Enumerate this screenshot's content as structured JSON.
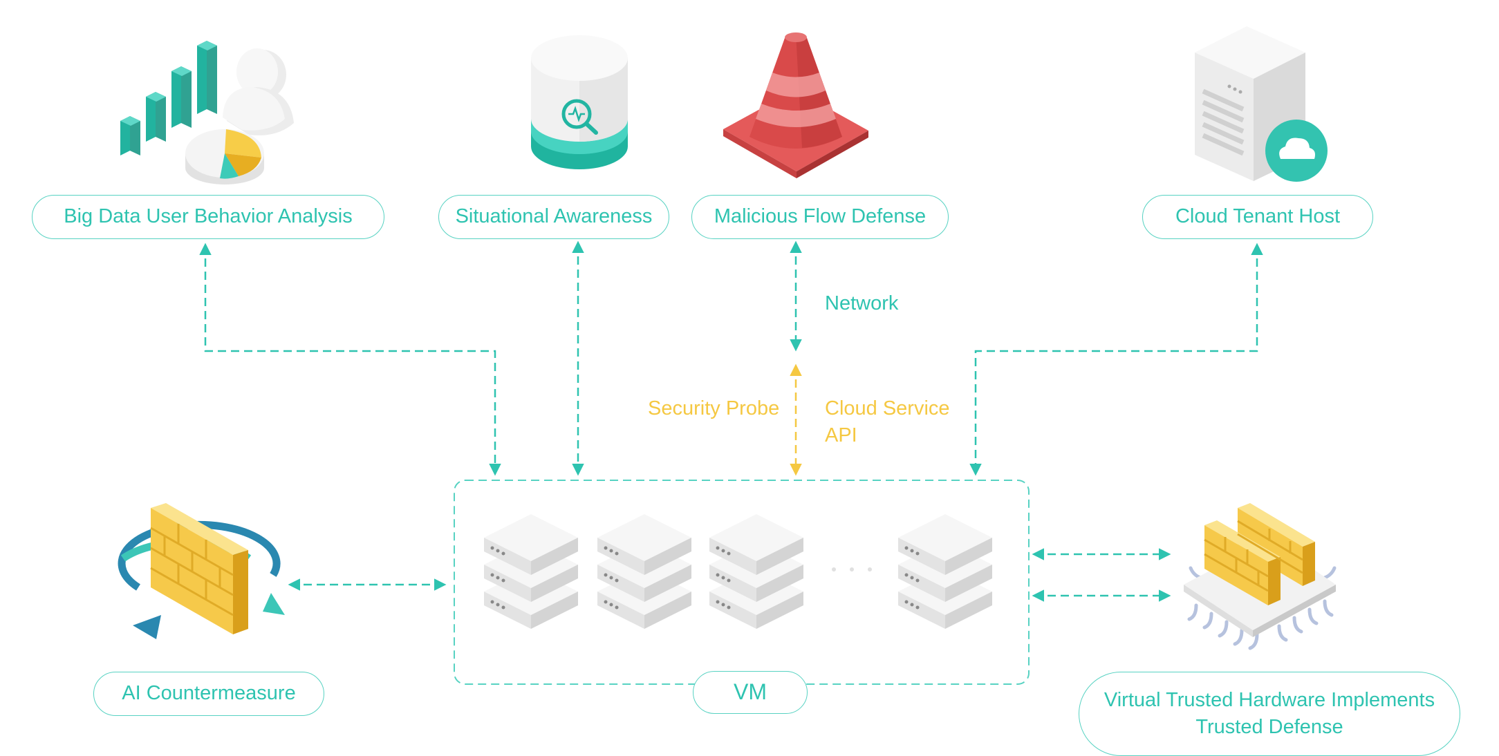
{
  "nodes": {
    "big_data": "Big Data User Behavior Analysis",
    "situational": "Situational Awareness",
    "malicious": "Malicious Flow Defense",
    "cloud_tenant": "Cloud Tenant Host",
    "ai": "AI Countermeasure",
    "vm": "VM",
    "vth_line1": "Virtual Trusted Hardware Implements",
    "vth_line2": "Trusted Defense"
  },
  "edge_labels": {
    "network": "Network",
    "security_probe": "Security Probe",
    "cloud_service_line1": "Cloud Service",
    "cloud_service_line2": "API"
  },
  "colors": {
    "accent": "#2ec3b0",
    "warning": "#f5c842",
    "danger": "#e05555"
  },
  "icons": [
    "bar-chart-user-icon",
    "database-search-icon",
    "traffic-cone-icon",
    "server-cloud-icon",
    "firewall-cycle-icon",
    "server-stack-icon",
    "firewall-chip-icon"
  ]
}
